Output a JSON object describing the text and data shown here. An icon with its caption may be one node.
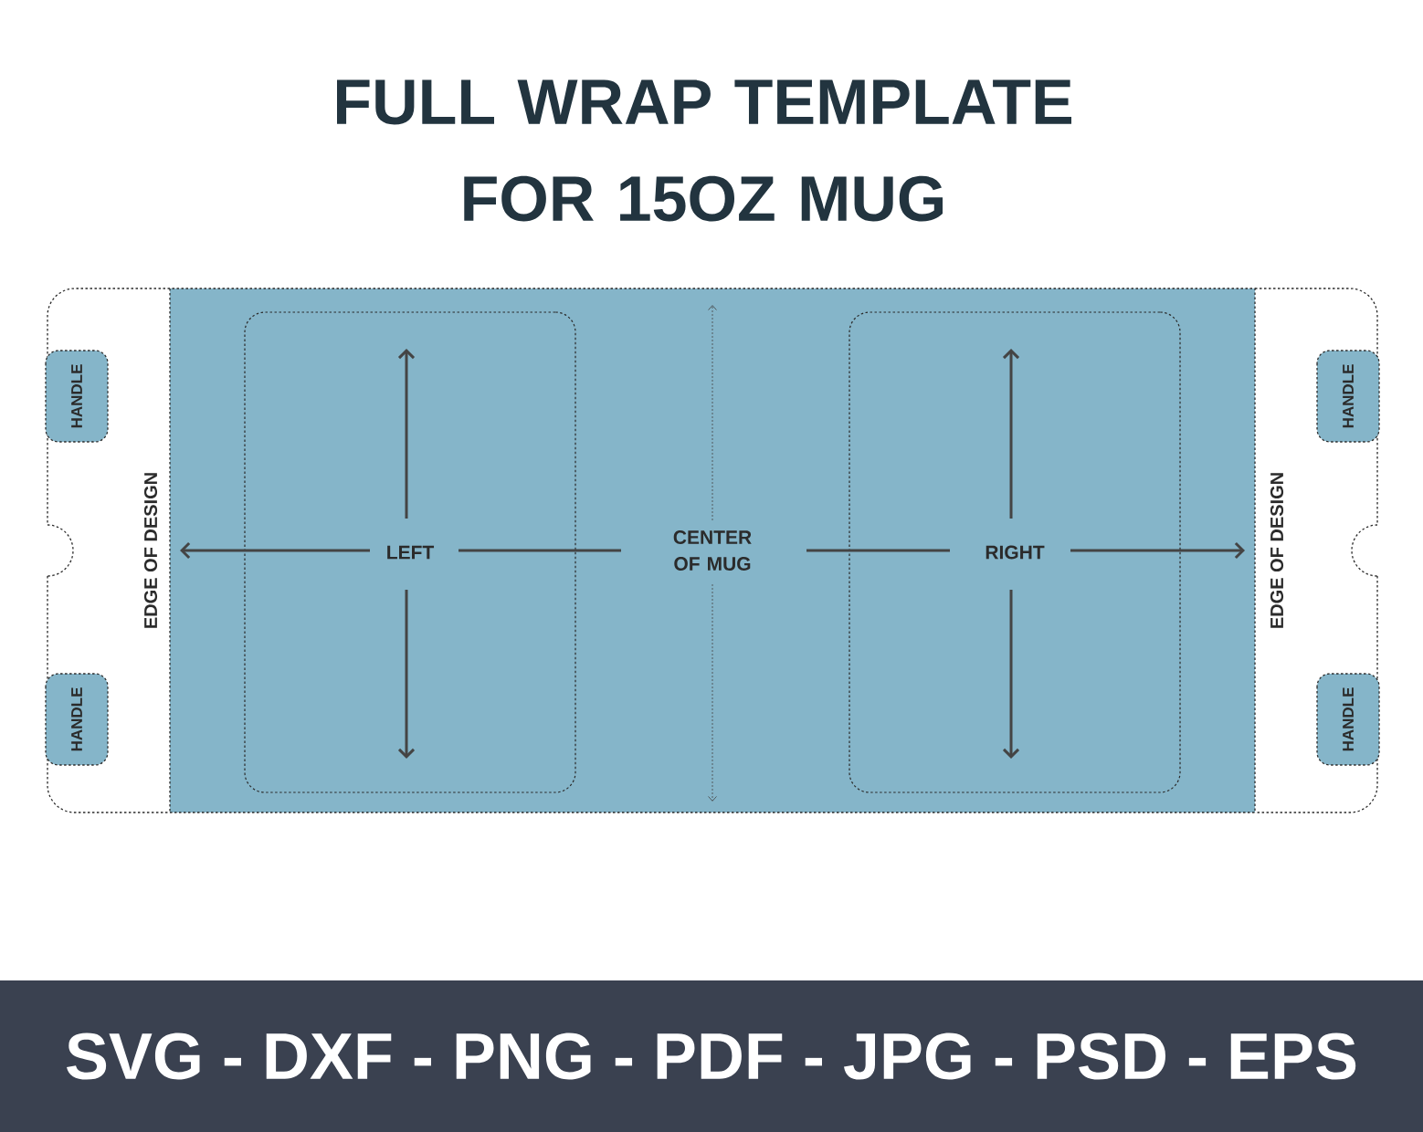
{
  "diagram": {
    "title": "FULL WRAP TEMPLATE FOR 15OZ MUG",
    "nodes": [
      {
        "text": [
          "CENTER OF MUG"
        ]
      },
      {
        "text": [
          "LEFT"
        ],
        "in": 0
      },
      {
        "text": [
          "RIGHT"
        ],
        "in": 0
      },
      {
        "text": [
          "HANDLE"
        ]
      },
      {
        "text": [
          "HANDLE"
        ]
      },
      {
        "text": [
          "HANDLE"
        ]
      },
      {
        "text": [
          "HANDLE"
        ]
      }
    ],
    "labels": [
      "EDGE OF DESIGN",
      "EDGE OF DESIGN",
      "SVG - DXF - PNG - PDF - JPG - PSD - EPS"
    ]
  }
}
